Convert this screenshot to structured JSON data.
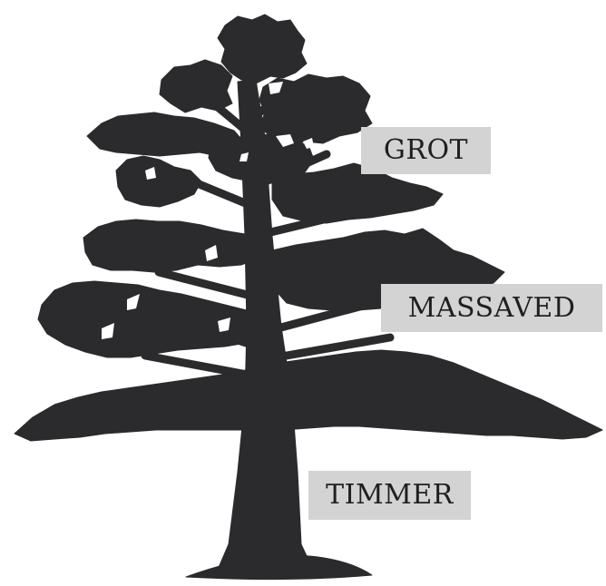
{
  "labels": {
    "crown": "GROT",
    "middle": "MASSAVED",
    "trunk": "TIMMER"
  },
  "colors": {
    "tree": "#2b2b2d",
    "label_background": "#d3d3d3",
    "label_text": "#1f1f1f",
    "background": "#ffffff"
  }
}
